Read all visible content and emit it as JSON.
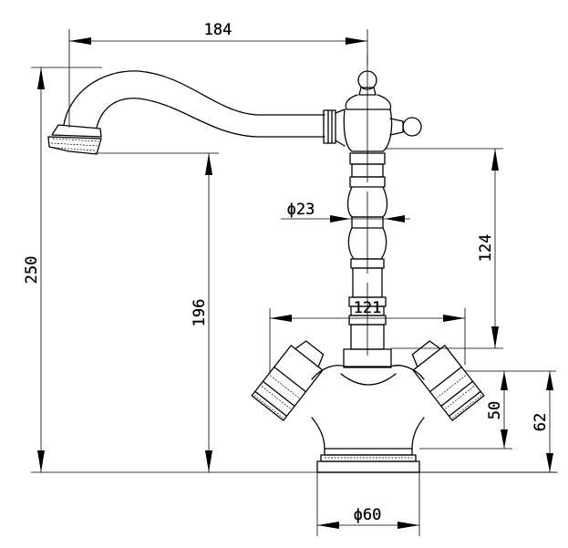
{
  "dimensions": {
    "spout_reach": "184",
    "spout_height": "196",
    "total_height": "250",
    "body_height": "124",
    "column_diameter": "ϕ23",
    "handle_span": "121",
    "handle_height": "50",
    "base_height": "62",
    "base_diameter": "ϕ60"
  }
}
